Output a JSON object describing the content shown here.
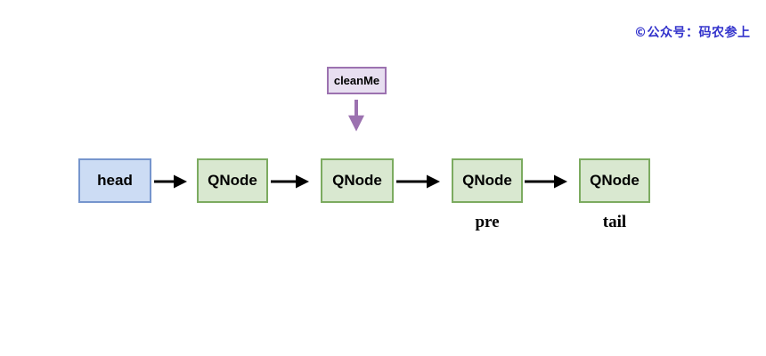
{
  "watermark": {
    "text": "©公众号：码农参上",
    "color": "#3333cc"
  },
  "diagram": {
    "title_hint": "linked queue with cleanMe pointer",
    "pointer_box": {
      "label": "cleanMe"
    },
    "nodes": [
      {
        "label": "head",
        "type": "head-reference"
      },
      {
        "label": "QNode",
        "type": "node"
      },
      {
        "label": "QNode",
        "type": "node",
        "pointed_by": "cleanMe"
      },
      {
        "label": "QNode",
        "type": "node",
        "annotation": "pre"
      },
      {
        "label": "QNode",
        "type": "node",
        "annotation": "tail"
      }
    ],
    "edges": [
      {
        "from": "head",
        "to": "QNode-1",
        "style": "black-arrow"
      },
      {
        "from": "QNode-1",
        "to": "QNode-2",
        "style": "black-arrow"
      },
      {
        "from": "QNode-2",
        "to": "QNode-3",
        "style": "black-arrow"
      },
      {
        "from": "QNode-3",
        "to": "QNode-4",
        "style": "black-arrow"
      },
      {
        "from": "cleanMe",
        "to": "QNode-2",
        "style": "purple-arrow"
      }
    ],
    "colors": {
      "head_fill": "#ccdcf4",
      "head_border": "#7695cd",
      "qnode_fill": "#d9e8d0",
      "qnode_border": "#7cab60",
      "pointer_fill": "#e7def0",
      "pointer_border": "#9c72b0",
      "black_arrow": "#000000",
      "purple_arrow": "#9c72b0",
      "background": "#ffffff"
    }
  }
}
